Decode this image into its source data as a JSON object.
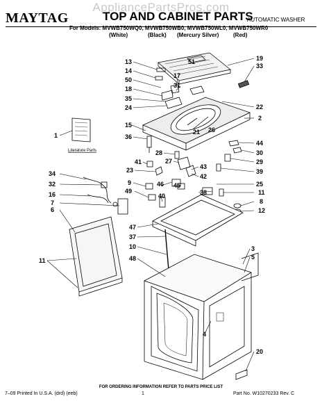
{
  "header": {
    "watermark": "AppliancePartsPros.com",
    "brand": "MAYTAG",
    "title": "TOP AND CABINET PARTS",
    "subtitle": "AUTOMATIC WASHER",
    "models": "For Models: MVWB750WQ0, MVWB750WB0, MVWB750WL0, MVWB750WR0",
    "colors": [
      "(White)",
      "(Black)",
      "(Mercury Silver)",
      "(Red)"
    ]
  },
  "diagram": {
    "literature_label": "Literature Parts",
    "callouts": [
      "13",
      "14",
      "50",
      "17",
      "31",
      "18",
      "35",
      "24",
      "51",
      "19",
      "33",
      "22",
      "2",
      "15",
      "36",
      "21",
      "26",
      "28",
      "44",
      "30",
      "29",
      "1",
      "41",
      "23",
      "27",
      "43",
      "42",
      "39",
      "34",
      "32",
      "16",
      "7",
      "6",
      "9",
      "49",
      "46",
      "40",
      "45",
      "38",
      "25",
      "11",
      "8",
      "12",
      "47",
      "37",
      "10",
      "48",
      "3",
      "5",
      "4",
      "20"
    ]
  },
  "footer": {
    "order_note": "FOR ORDERING INFORMATION REFER TO PARTS PRICE LIST",
    "printed": "7–09 Printed In U.S.A. (drd) (eeb)",
    "page": "1",
    "part_no": "Part No. W10270233 Rev. C"
  }
}
